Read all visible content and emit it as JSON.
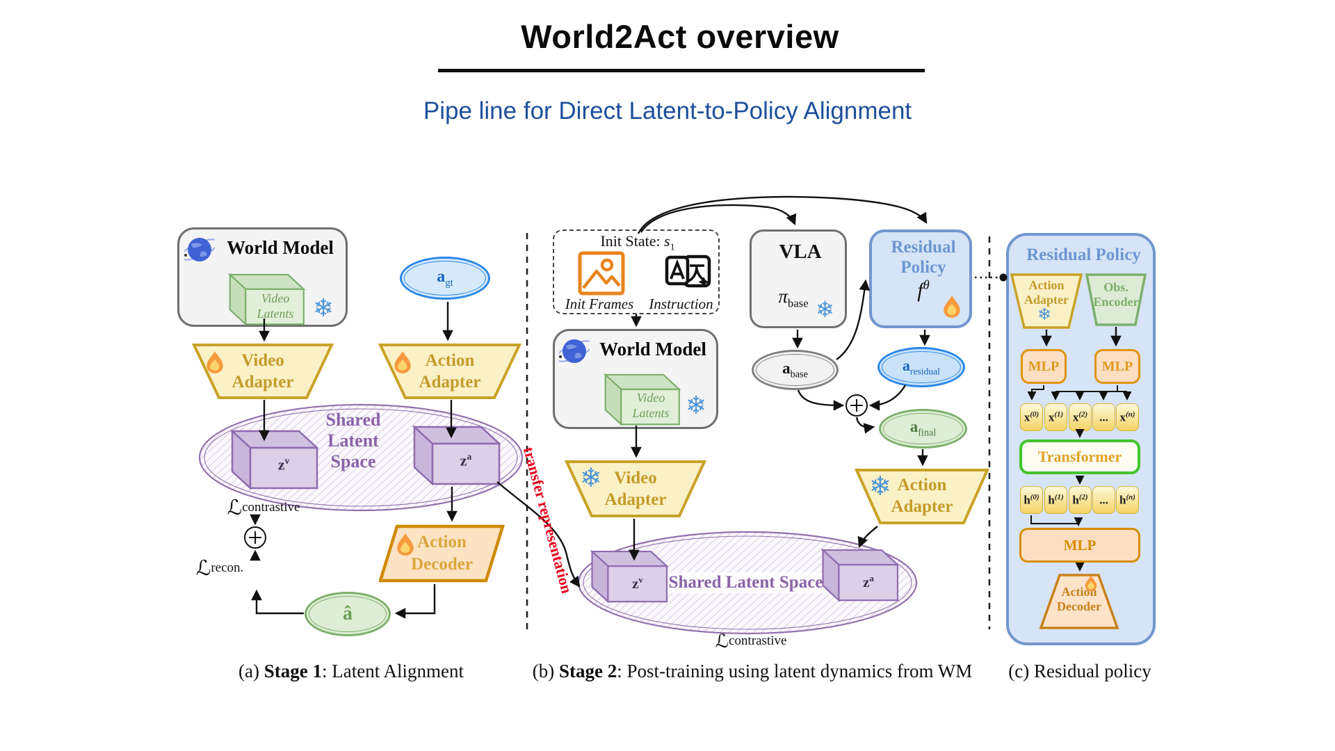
{
  "header": {
    "title": "World2Act overview",
    "subtitle": "Pipe line for Direct Latent-to-Policy Alignment"
  },
  "stage1": {
    "world_model": {
      "title": "World Model",
      "cube": {
        "line1": "Video",
        "line2": "Latents"
      }
    },
    "a_gt": {
      "base": "a",
      "sub": "gt"
    },
    "video_adapter": {
      "line1": "Video",
      "line2": "Adapter"
    },
    "action_adapter": {
      "line1": "Action",
      "line2": "Adapter"
    },
    "latent_space": {
      "line1": "Shared",
      "line2": "Latent",
      "line3": "Space"
    },
    "z_v": {
      "base": "z",
      "sup": "v"
    },
    "z_a": {
      "base": "z",
      "sup": "a"
    },
    "loss_contrastive": {
      "base": "ℒ",
      "sub": "contrastive"
    },
    "loss_recon": {
      "base": "ℒ",
      "sub": "recon."
    },
    "a_hat": "â",
    "action_decoder": {
      "line1": "Action",
      "line2": "Decoder"
    },
    "caption": {
      "prefix": "(a) ",
      "bold": "Stage 1",
      "rest": ":  Latent Alignment"
    }
  },
  "stage2": {
    "init_state": {
      "title": "Init State: ",
      "state_base": "s",
      "state_sub": "1",
      "frames": "Init Frames",
      "instruction": "Instruction"
    },
    "world_model": {
      "title": "World Model",
      "cube": {
        "line1": "Video",
        "line2": "Latents"
      }
    },
    "video_adapter": {
      "line1": "Video",
      "line2": "Adapter"
    },
    "vla": {
      "title": "VLA",
      "pi_base": "π",
      "pi_sub": "base"
    },
    "residual_policy": {
      "line1": "Residual",
      "line2": "Policy",
      "f_base": "f",
      "f_sup": "θ"
    },
    "a_base": {
      "base": "a",
      "sub": "base"
    },
    "a_residual": {
      "base": "a",
      "sub": "residual"
    },
    "a_final": {
      "base": "a",
      "sub": "final"
    },
    "action_adapter": {
      "line1": "Action",
      "line2": "Adapter"
    },
    "latent_space": "Shared Latent Space",
    "z_v": {
      "base": "z",
      "sup": "v"
    },
    "z_a": {
      "base": "z",
      "sup": "a"
    },
    "loss_contrastive": {
      "base": "ℒ",
      "sub": "contrastive"
    },
    "transfer_label": "transfer representation",
    "caption": {
      "prefix": "(b) ",
      "bold": "Stage 2",
      "rest": ":  Post-training using latent dynamics from WM"
    }
  },
  "panel_c": {
    "title": "Residual Policy",
    "action_adapter": {
      "line1": "Action",
      "line2": "Adapter"
    },
    "obs_encoder": {
      "line1": "Obs.",
      "line2": "Encoder"
    },
    "mlp_left": "MLP",
    "mlp_right": "MLP",
    "mlp_bottom": "MLP",
    "transformer": "Transformer",
    "x_tokens": [
      {
        "base": "x",
        "sup": "(0)"
      },
      {
        "base": "x",
        "sup": "(1)"
      },
      {
        "base": "x",
        "sup": "(2)"
      },
      {
        "base": "...",
        "sup": ""
      },
      {
        "base": "x",
        "sup": "(n)"
      }
    ],
    "h_tokens": [
      {
        "base": "h",
        "sup": "(0)"
      },
      {
        "base": "h",
        "sup": "(1)"
      },
      {
        "base": "h",
        "sup": "(2)"
      },
      {
        "base": "...",
        "sup": ""
      },
      {
        "base": "h",
        "sup": "(n)"
      }
    ],
    "action_decoder": {
      "line1": "Action",
      "line2": "Decoder"
    },
    "caption": "(c) Residual policy"
  },
  "icons": {
    "snowflake": "❄"
  },
  "colors": {
    "subtitle_blue": "#1D4F9C",
    "adapter_yellow_border": "#C9A227",
    "adapter_yellow_fill": "#FBF1C7",
    "decoder_orange_fill": "#FCE3C3",
    "purple": "#8E6BAE",
    "green": "#7CAF6B",
    "panel_blue_border": "#7296CC",
    "panel_blue_fill": "#D7E4F7",
    "node_blue": "#2B88E8",
    "red_label": "#E8001C",
    "init_frames_orange": "#E8831C",
    "transformer_green": "#43C52B"
  }
}
